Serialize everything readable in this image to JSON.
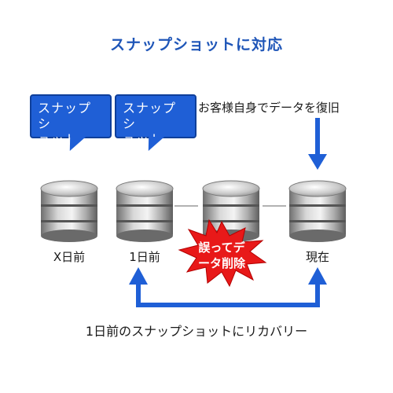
{
  "title": "スナップショットに対応",
  "bubbles": [
    {
      "line1": "スナップシ",
      "line2": "ョット"
    },
    {
      "line1": "スナップシ",
      "line2": "ョット"
    }
  ],
  "note": "お客様自身でデータを復旧",
  "databases": [
    {
      "label": "X日前"
    },
    {
      "label": "1日前"
    },
    {
      "label": ""
    },
    {
      "label": "現在"
    }
  ],
  "burst": {
    "line1": "誤ってデ",
    "line2": "ータ削除"
  },
  "caption": "1日前のスナップショットにリカバリー",
  "colors": {
    "accent": "#1f5fd6",
    "title": "#1f56b8",
    "burst": "#e81919"
  }
}
